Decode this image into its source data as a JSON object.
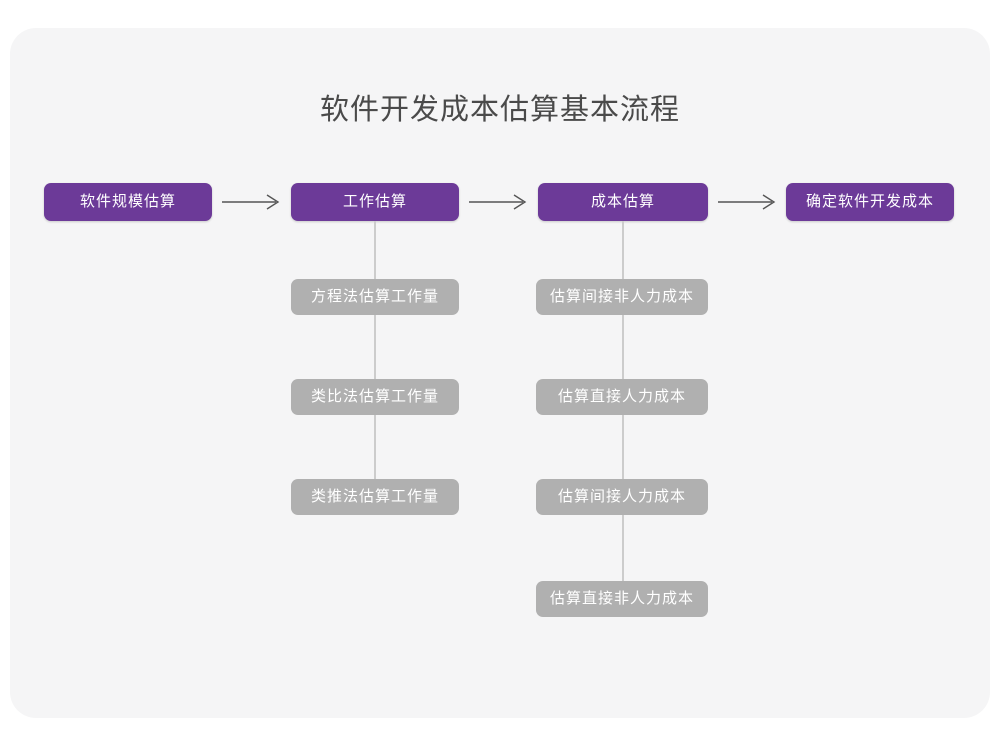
{
  "diagram": {
    "title": "软件开发成本估算基本流程",
    "colors": {
      "primary": "#6c3a98",
      "secondary": "#b0b0b0",
      "card_background": "#f5f5f6",
      "page_background": "#ffffff",
      "connector": "#cccccc",
      "title_text": "#4a4a4a",
      "node_text": "#ffffff"
    },
    "stages": [
      {
        "label": "软件规模估算"
      },
      {
        "label": "工作估算"
      },
      {
        "label": "成本估算"
      },
      {
        "label": "确定软件开发成本"
      }
    ],
    "arrows": [
      {
        "name": "arrow-right-icon"
      },
      {
        "name": "arrow-right-icon"
      },
      {
        "name": "arrow-right-icon"
      }
    ],
    "work_substeps": [
      {
        "label": "方程法估算工作量"
      },
      {
        "label": "类比法估算工作量"
      },
      {
        "label": "类推法估算工作量"
      }
    ],
    "cost_substeps": [
      {
        "label": "估算间接非人力成本"
      },
      {
        "label": "估算直接人力成本"
      },
      {
        "label": "估算间接人力成本"
      },
      {
        "label": "估算直接非人力成本"
      }
    ]
  }
}
